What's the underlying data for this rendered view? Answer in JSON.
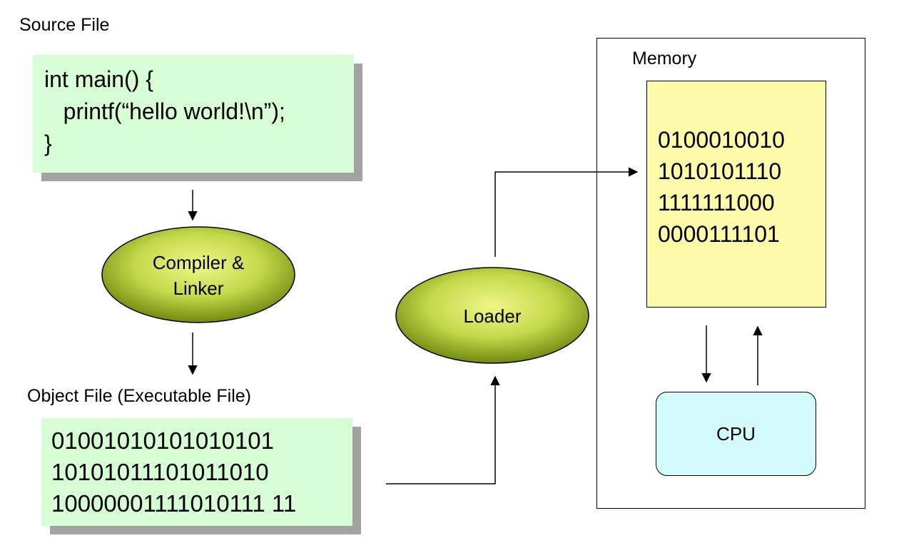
{
  "source_file": {
    "title": "Source File",
    "lines": [
      "int main() {",
      "   printf(“hello world!\\n”);",
      "}"
    ]
  },
  "compiler": {
    "line1": "Compiler &",
    "line2": "Linker"
  },
  "object_file": {
    "title": "Object File (Executable File)",
    "lines": [
      "01001010101010101",
      "10101011101011010",
      "10000001111010111 11"
    ]
  },
  "loader": {
    "label": "Loader"
  },
  "memory": {
    "title": "Memory",
    "lines": [
      "0100010010",
      "1010101110",
      "1111111000",
      "0000111101"
    ]
  },
  "cpu": {
    "label": "CPU"
  },
  "colors": {
    "code_box": "#d7fdd4",
    "shadow": "#a3a3a3",
    "ellipse_fill_center": "#eef78a",
    "ellipse_fill_edge": "#6f8a10",
    "memory_fill": "#fdfba9",
    "cpu_fill": "#d3fbfb"
  }
}
